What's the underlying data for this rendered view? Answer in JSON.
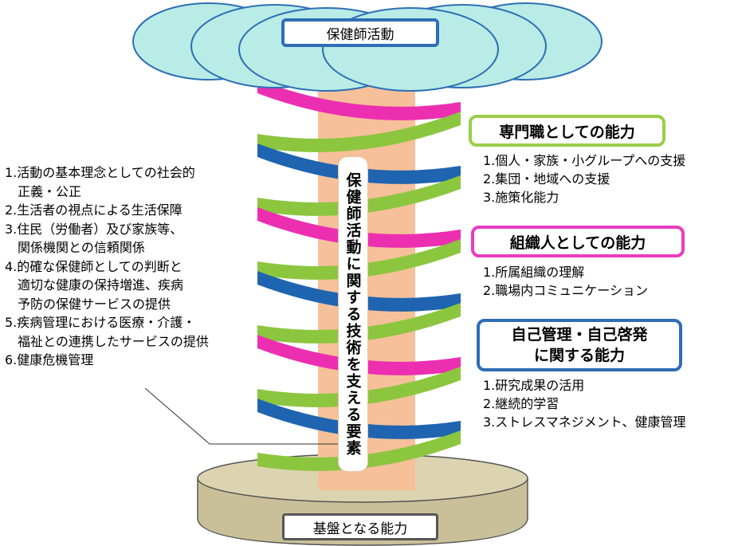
{
  "top_title": "保健師活動",
  "base_label": "基盤となる能力",
  "center_label": "保健師活動に関する技術を支える要素",
  "left_items": [
    "1.活動の基本理念としての社会的",
    "　正義・公正",
    "2.生活者の視点による生活保障",
    "3.住民（労働者）及び家族等、",
    "　関係機関との信頼関係",
    "4.的確な保健師としての判断と",
    "　適切な健康の保持増進、疾病",
    "　予防の保健サービスの提供",
    "5.疾病管理における医療・介護・",
    "　福祉との連携したサービスの提供",
    "6.健康危機管理"
  ],
  "groups": [
    {
      "title_lines": [
        "専門職としての能力"
      ],
      "border_color": "#9acd4a",
      "items": [
        "1.個人・家族・小グループへの支援",
        "2.集団・地域への支援",
        "3.施策化能力"
      ]
    },
    {
      "title_lines": [
        "組織人としての能力"
      ],
      "border_color": "#e83cc0",
      "items": [
        "1.所属組織の理解",
        "2.職場内コミュニケーション"
      ]
    },
    {
      "title_lines": [
        "自己管理・自己啓発",
        "に関する能力"
      ],
      "border_color": "#2f6db5",
      "items": [
        "1.研究成果の活用",
        "2.継続的学習",
        "3.ストレスマネジメント、健康管理"
      ]
    }
  ],
  "colors": {
    "leaf": "#b9ece6",
    "leaf_stroke": "#2e6fb5",
    "trunk": "#f6c09a",
    "helix_green": "#8cc63f",
    "helix_pink": "#ec2fb0",
    "helix_blue": "#1f64b0",
    "base_top": "#dcd4b0",
    "base_side": "#c9c09a"
  }
}
